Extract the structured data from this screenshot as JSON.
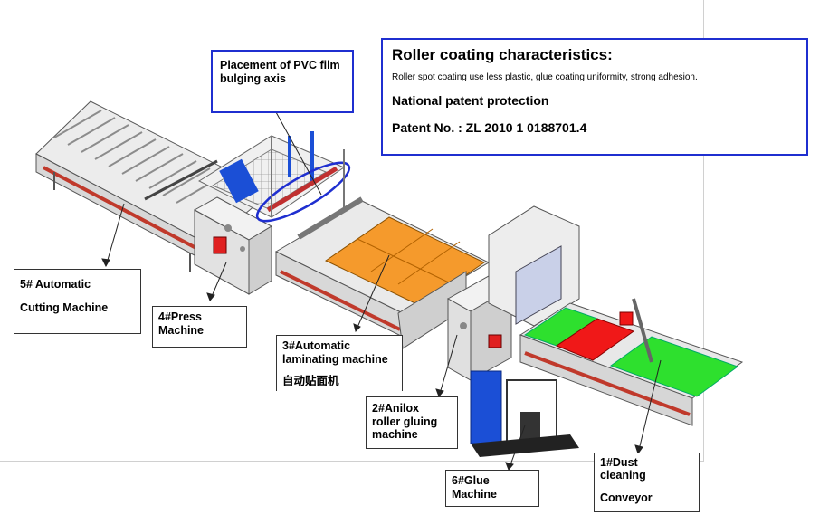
{
  "callouts": {
    "pvc": "Placement of PVC film bulging axis",
    "coating_title": "Roller coating characteristics:",
    "coating_desc": "Roller spot coating use less plastic, glue coating uniformity, strong adhesion.",
    "patent_title": "National patent protection",
    "patent_no": "Patent No. : ZL 2010 1 0188701.4"
  },
  "machines": {
    "m5_line1": "5# Automatic",
    "m5_line2": "Cutting Machine",
    "m4_line1": "4#Press",
    "m4_line2": "Machine",
    "m3_line1": "3#Automatic",
    "m3_line2": "laminating machine",
    "m3_cn": "自动贴面机",
    "m2_line1": "2#Anilox",
    "m2_line2": "roller gluing",
    "m2_line3": "machine",
    "m6_line1": "6#Glue",
    "m6_line2": "Machine",
    "m1_line1": "1#Dust",
    "m1_line2": "cleaning",
    "m1_line3": "Conveyor"
  },
  "colors": {
    "frame_blue": "#1f2fd0",
    "orange_table": "#f59a2c",
    "green_belt": "#2ee02e",
    "red_belt": "#f01818",
    "stripe_red": "#c0392b",
    "machine_gray": "#e6e6e6",
    "blue_motor": "#1b4fd6"
  }
}
